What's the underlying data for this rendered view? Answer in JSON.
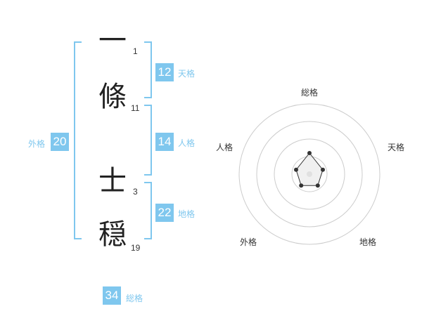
{
  "name": {
    "chars": [
      {
        "char": "一",
        "strokes": "1"
      },
      {
        "char": "條",
        "strokes": "11"
      },
      {
        "char": "士",
        "strokes": "3"
      },
      {
        "char": "穏",
        "strokes": "19"
      }
    ]
  },
  "fortunes": {
    "tenkaku": {
      "value": "12",
      "label": "天格"
    },
    "jinkaku": {
      "value": "14",
      "label": "人格"
    },
    "chikaku": {
      "value": "22",
      "label": "地格"
    },
    "gaikaku": {
      "value": "20",
      "label": "外格"
    },
    "soukaku": {
      "value": "34",
      "label": "総格"
    }
  },
  "radar": {
    "labels": {
      "top": "総格",
      "right": "天格",
      "bottom_right": "地格",
      "bottom_left": "外格",
      "left": "人格"
    },
    "levels": 4,
    "scores": [
      0.3,
      0.2,
      0.2,
      0.2,
      0.2
    ]
  },
  "colors": {
    "accent": "#7fc7ee",
    "text": "#333333",
    "ring": "#cccccc",
    "polygon_fill": "#e6e6e6"
  }
}
